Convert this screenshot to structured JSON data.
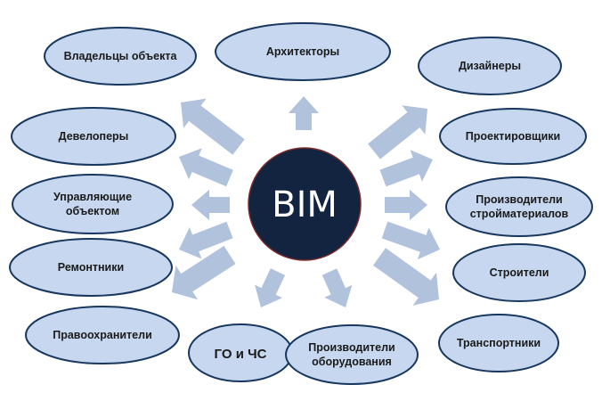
{
  "hub": {
    "label": "BIM",
    "fill": "#12243f",
    "border": "#7a2a2a",
    "text_color": "#ffffff"
  },
  "colors": {
    "node_fill": "#c6d7ef",
    "node_border": "#17375e",
    "arrow": "#b1c2dc",
    "background": "#ffffff"
  },
  "nodes": [
    {
      "id": "owners",
      "lines": [
        "Владельцы объекта"
      ]
    },
    {
      "id": "architects",
      "lines": [
        "Архитекторы"
      ]
    },
    {
      "id": "designers",
      "lines": [
        "Дизайнеры"
      ]
    },
    {
      "id": "developers",
      "lines": [
        "Девелоперы"
      ]
    },
    {
      "id": "project-engineers",
      "lines": [
        "Проектировщики"
      ]
    },
    {
      "id": "facility-managers",
      "lines": [
        "Управляющие",
        "объектом"
      ]
    },
    {
      "id": "material-manufacturers",
      "lines": [
        "Производители",
        "стройматериалов"
      ]
    },
    {
      "id": "repairers",
      "lines": [
        "Ремонтники"
      ]
    },
    {
      "id": "builders",
      "lines": [
        "Строители"
      ]
    },
    {
      "id": "law-enforcement",
      "lines": [
        "Правоохранители"
      ]
    },
    {
      "id": "civil-defense",
      "lines": [
        "ГО и ЧС"
      ]
    },
    {
      "id": "equipment-manufacturers",
      "lines": [
        "Производители",
        "оборудования"
      ]
    },
    {
      "id": "transporters",
      "lines": [
        "Транспортники"
      ]
    }
  ],
  "edges": [
    {
      "from": "BIM",
      "to": "owners"
    },
    {
      "from": "BIM",
      "to": "architects"
    },
    {
      "from": "BIM",
      "to": "designers"
    },
    {
      "from": "BIM",
      "to": "developers"
    },
    {
      "from": "BIM",
      "to": "project-engineers"
    },
    {
      "from": "BIM",
      "to": "facility-managers"
    },
    {
      "from": "BIM",
      "to": "material-manufacturers"
    },
    {
      "from": "BIM",
      "to": "repairers"
    },
    {
      "from": "BIM",
      "to": "builders"
    },
    {
      "from": "BIM",
      "to": "law-enforcement"
    },
    {
      "from": "BIM",
      "to": "civil-defense"
    },
    {
      "from": "BIM",
      "to": "equipment-manufacturers"
    },
    {
      "from": "BIM",
      "to": "transporters"
    }
  ]
}
